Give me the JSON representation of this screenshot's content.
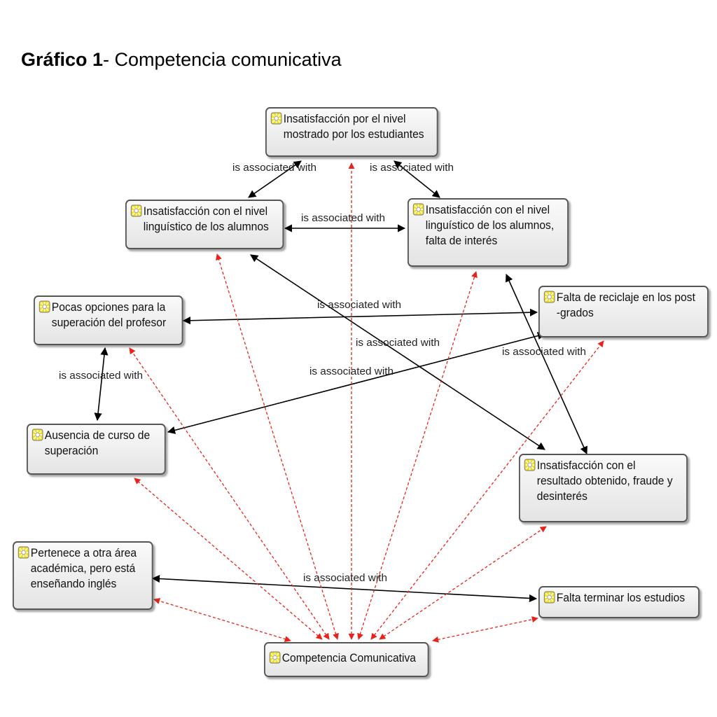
{
  "title": {
    "bold": "Gráfico 1",
    "rest": "-  Competencia comunicativa"
  },
  "edge_label": "is associated with",
  "nodes": {
    "n1": {
      "line1": "Insatisfacción por el nivel",
      "rest": "mostrado por los estudiantes"
    },
    "n2": {
      "line1": "Insatisfacción con el nivel",
      "rest": "linguístico de los alumnos"
    },
    "n3": {
      "line1": "Insatisfacción con el nivel",
      "rest": "linguístico de los alumnos,\nfalta de interés"
    },
    "n4": {
      "line1": "Pocas opciones para la",
      "rest": "superación del profesor"
    },
    "n5": {
      "line1": "Falta de reciclaje en los post",
      "rest": "-grados"
    },
    "n6": {
      "line1": "Ausencia de curso de",
      "rest": "superación"
    },
    "n7": {
      "line1": "Insatisfacción con el",
      "rest": "resultado obtenido, fraude y\ndesinterés"
    },
    "n8": {
      "line1": "Pertenece a otra área",
      "rest": "académica, pero está\nenseñando inglés"
    },
    "n9": {
      "line1": "Falta terminar los estudios",
      "rest": ""
    },
    "n10": {
      "line1": "Competencia Comunicativa",
      "rest": ""
    }
  },
  "colors": {
    "association_edge": "#000000",
    "center_edge": "#e8231a",
    "icon": "#f2e21b"
  }
}
